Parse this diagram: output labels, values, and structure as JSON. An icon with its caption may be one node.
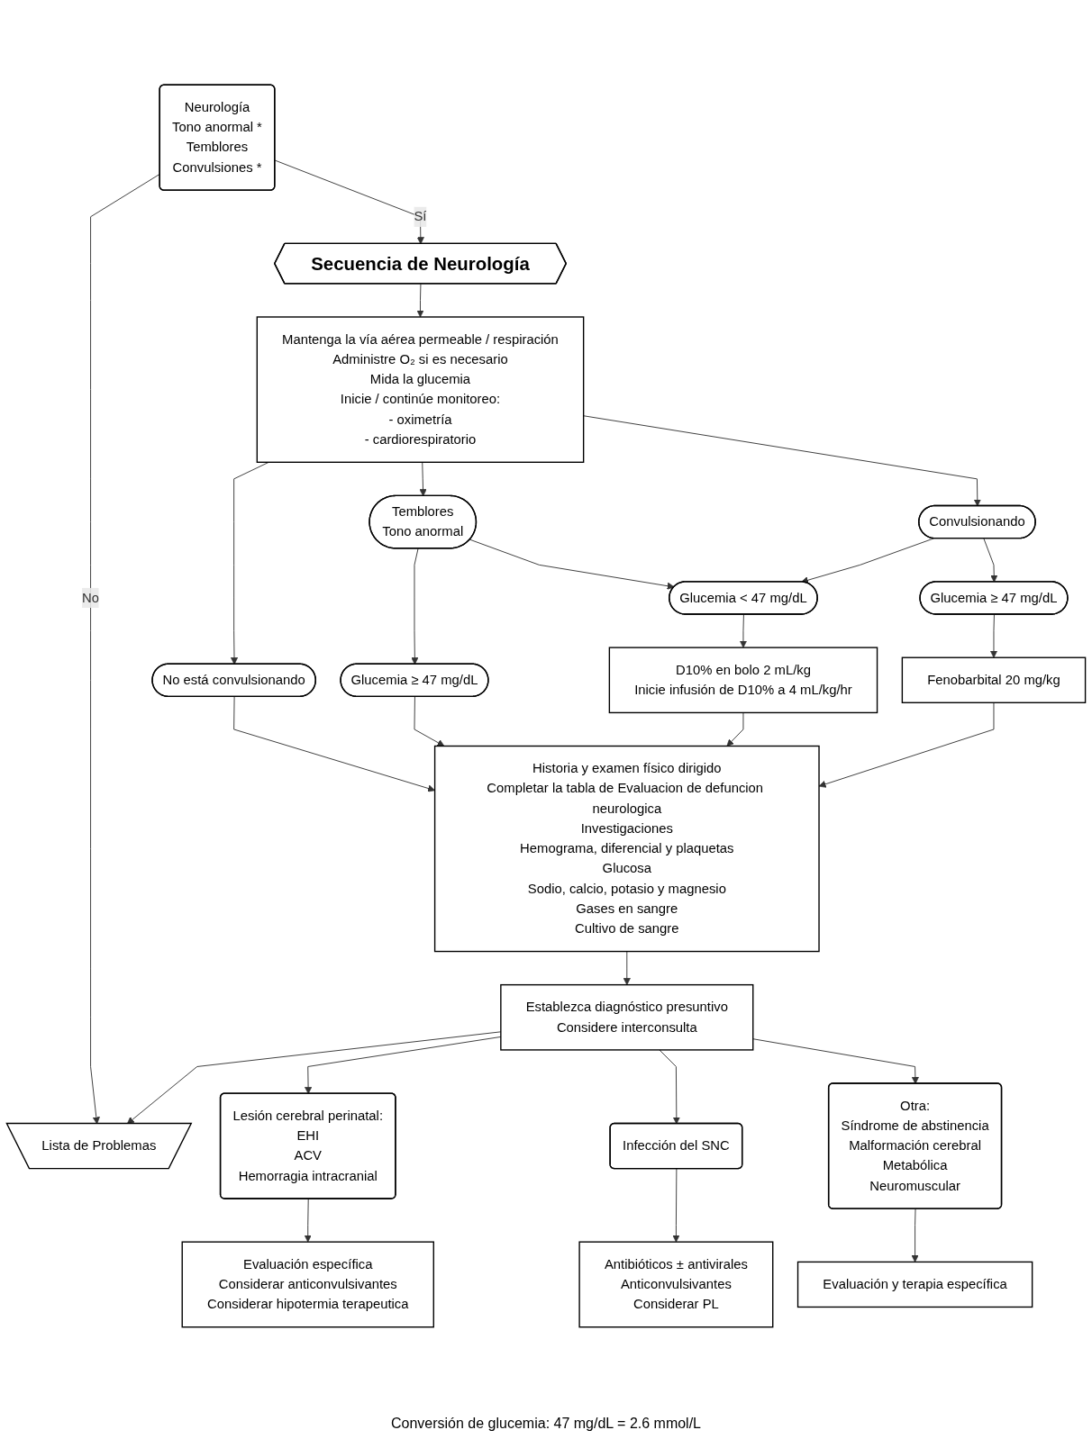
{
  "diagram": {
    "nodes": [
      {
        "text": [
          "Neurología",
          "Tono anormal *",
          "Temblores",
          "Convulsiones *"
        ]
      },
      {
        "text": [
          "Lista de Problemas"
        ]
      },
      {
        "text": [
          "Secuencia de Neurología"
        ]
      },
      {
        "text": [
          "Mantenga la vía aérea permeable / respiración",
          "Administre O₂ si es necesario",
          "Mida la glucemia",
          "Inicie / continúe monitoreo:",
          "- oximetría",
          "- cardiorespiratorio"
        ]
      },
      {
        "text": [
          "No está convulsionando"
        ]
      },
      {
        "text": [
          "Temblores",
          "Tono anormal"
        ]
      },
      {
        "text": [
          "Convulsionando"
        ]
      },
      {
        "text": [
          "Glucemia ≥ 47 mg/dL"
        ]
      },
      {
        "text": [
          "Glucemia < 47 mg/dL"
        ]
      },
      {
        "text": [
          "Glucemia ≥ 47 mg/dL"
        ]
      },
      {
        "text": [
          "D10% en bolo 2 mL/kg",
          "Inicie infusión de D10% a 4 mL/kg/hr"
        ]
      },
      {
        "text": [
          "Fenobarbital 20 mg/kg"
        ]
      },
      {
        "text": [
          "Historia y examen físico dirigido",
          "Completar la tabla de Evaluacion de defuncion neurologica",
          "Investigaciones",
          "Hemograma, diferencial y plaquetas",
          "Glucosa",
          "Sodio, calcio, potasio y magnesio",
          "Gases en sangre",
          "Cultivo de sangre"
        ]
      },
      {
        "text": [
          "Establezca diagnóstico presuntivo",
          "Considere interconsulta"
        ]
      },
      {
        "text": [
          "Lesión cerebral perinatal:",
          "EHI",
          "ACV",
          "Hemorragia intracranial"
        ]
      },
      {
        "text": [
          "Infección del SNC"
        ]
      },
      {
        "text": [
          "Otra:",
          "Síndrome de abstinencia",
          "Malformación cerebral",
          "Metabólica",
          "Neuromuscular"
        ]
      },
      {
        "text": [
          "Evaluación específica",
          "Considerar anticonvulsivantes",
          "Considerar hipotermia terapeutica"
        ]
      },
      {
        "text": [
          "Antibióticos ± antivirales",
          "Anticonvulsivantes",
          "Considerar PL"
        ]
      },
      {
        "text": [
          "Evaluación y terapia específica"
        ]
      }
    ],
    "edges": [
      {
        "from": 0,
        "to": 1,
        "arrow": "to",
        "label": "No"
      },
      {
        "from": 0,
        "to": 2,
        "arrow": "to",
        "label": "Sí"
      },
      {
        "from": 2,
        "to": 3,
        "arrow": "to"
      },
      {
        "from": 3,
        "to": 4,
        "arrow": "to"
      },
      {
        "from": 3,
        "to": 5,
        "arrow": "to"
      },
      {
        "from": 3,
        "to": 6,
        "arrow": "to"
      },
      {
        "from": 5,
        "to": 7,
        "arrow": "to"
      },
      {
        "from": 5,
        "to": 8,
        "arrow": "to"
      },
      {
        "from": 6,
        "to": 8,
        "arrow": "to"
      },
      {
        "from": 6,
        "to": 9,
        "arrow": "to"
      },
      {
        "from": 8,
        "to": 10,
        "arrow": "to"
      },
      {
        "from": 9,
        "to": 11,
        "arrow": "to"
      },
      {
        "from": 4,
        "to": 12,
        "arrow": "to"
      },
      {
        "from": 7,
        "to": 12,
        "arrow": "to"
      },
      {
        "from": 10,
        "to": 12,
        "arrow": "to"
      },
      {
        "from": 11,
        "to": 12,
        "arrow": "to"
      },
      {
        "from": 12,
        "to": 13,
        "arrow": "to"
      },
      {
        "from": 13,
        "to": 1,
        "arrow": "to"
      },
      {
        "from": 13,
        "to": 14,
        "arrow": "to"
      },
      {
        "from": 13,
        "to": 15,
        "arrow": "to"
      },
      {
        "from": 13,
        "to": 16,
        "arrow": "to"
      },
      {
        "from": 14,
        "to": 17,
        "arrow": "to"
      },
      {
        "from": 15,
        "to": 18,
        "arrow": "to"
      },
      {
        "from": 16,
        "to": 19,
        "arrow": "to"
      }
    ],
    "labels": [
      "Conversión de glucemia: 47 mg/dL = 2.6 mmol/L"
    ]
  }
}
